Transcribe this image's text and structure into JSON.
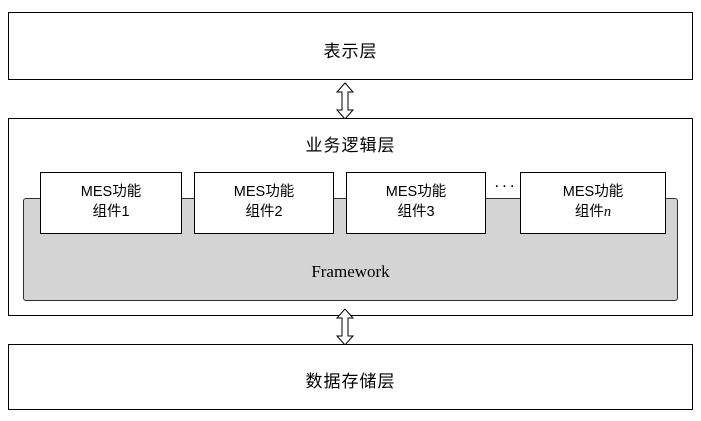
{
  "diagram": {
    "layers": [
      {
        "id": "presentation",
        "label": "表示层"
      },
      {
        "id": "business",
        "label": "业务逻辑层"
      },
      {
        "id": "data",
        "label": "数据存储层"
      }
    ],
    "framework": {
      "label": "Framework",
      "fill_color": "#d4d4d4",
      "border_color": "#2f2f2f"
    },
    "components": [
      {
        "line1": "MES功能",
        "line2": "组件1"
      },
      {
        "line1": "MES功能",
        "line2": "组件2"
      },
      {
        "line1": "MES功能",
        "line2": "组件3"
      },
      {
        "line1": "MES功能",
        "line2_prefix": "组件",
        "line2_italic": "n"
      }
    ],
    "ellipsis": "...",
    "connectors": [
      {
        "id": "presentation-business",
        "type": "double-arrow-vertical"
      },
      {
        "id": "business-data",
        "type": "double-arrow-vertical"
      }
    ],
    "colors": {
      "box_border": "#000000",
      "box_fill": "#ffffff",
      "page_background": "#ffffff"
    }
  }
}
